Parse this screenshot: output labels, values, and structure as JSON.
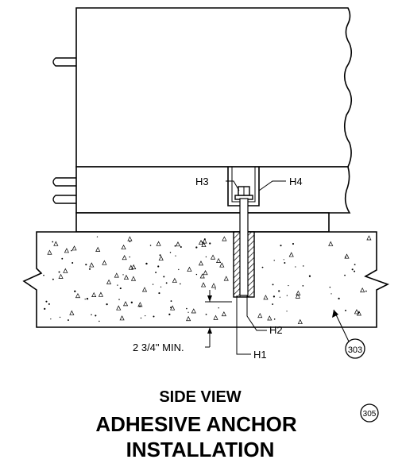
{
  "labels": {
    "h3": "H3",
    "h4": "H4",
    "h1": "H1",
    "h2": "H2",
    "min_depth": "2 3/4\" MIN.",
    "tag_303": "303",
    "tag_305": "305"
  },
  "title": {
    "line1": "SIDE VIEW",
    "line2": "ADHESIVE ANCHOR",
    "line3": "INSTALLATION"
  }
}
